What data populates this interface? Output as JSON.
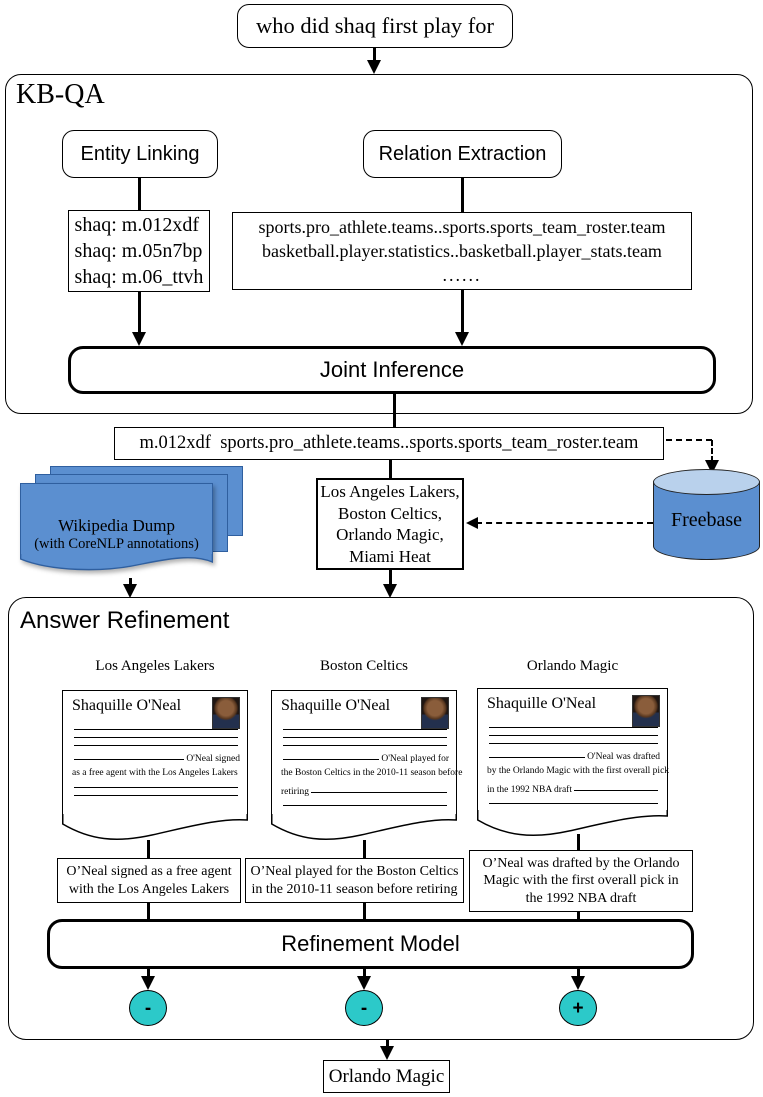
{
  "question": "who did shaq first play for",
  "kbqa": {
    "title": "KB-QA",
    "entity_linking_label": "Entity Linking",
    "relation_extraction_label": "Relation Extraction",
    "entities": {
      "line1": "shaq: m.012xdf",
      "line2": "shaq: m.05n7bp",
      "line3": "shaq: m.06_ttvh"
    },
    "relations": {
      "line1": "sports.pro_athlete.teams..sports.sports_team_roster.team",
      "line2": "basketball.player.statistics..basketball.player_stats.team",
      "line3": "......"
    },
    "joint_inference_label": "Joint Inference"
  },
  "selected_pair": "m.012xdf  sports.pro_athlete.teams..sports.sports_team_roster.team",
  "wikipedia": {
    "line1": "Wikipedia Dump",
    "line2": "(with CoreNLP annotations)"
  },
  "candidates": {
    "line1": "Los Angeles Lakers,",
    "line2": "Boston Celtics,",
    "line3": "Orlando Magic,",
    "line4": "Miami Heat"
  },
  "freebase_label": "Freebase",
  "refinement": {
    "title": "Answer Refinement",
    "model_label": "Refinement Model",
    "docs": [
      {
        "team": "Los Angeles Lakers",
        "title": "Shaquille O'Neal",
        "lead": "O'Neal signed",
        "body": "as a free agent with the Los Angeles Lakers",
        "tail": "",
        "evidence1": "O’Neal signed as a free agent",
        "evidence2": "with the Los Angeles Lakers",
        "evidence3": "",
        "verdict": "-"
      },
      {
        "team": "Boston Celtics",
        "title": "Shaquille O'Neal",
        "lead": "O'Neal played for",
        "body": "the Boston Celtics in the 2010-11 season before",
        "tail": "retiring",
        "evidence1": "O’Neal played for the Boston Celtics",
        "evidence2": "in the 2010-11 season before retiring",
        "evidence3": "",
        "verdict": "-"
      },
      {
        "team": "Orlando Magic",
        "title": "Shaquille O'Neal",
        "lead": "O'Neal was drafted",
        "body": "by the Orlando Magic with the first overall pick",
        "tail": "in the 1992 NBA draft",
        "evidence1": "O’Neal was drafted by the Orlando",
        "evidence2": "Magic with the first overall pick in",
        "evidence3": "the 1992 NBA draft",
        "verdict": "+"
      }
    ]
  },
  "final_answer": "Orlando Magic",
  "colors": {
    "page_blue": "#5b8fd0",
    "page_edge": "#2f5f9f",
    "cylinder_top": "#b9d1ec",
    "verdict_cyan": "#2cc9c9"
  }
}
